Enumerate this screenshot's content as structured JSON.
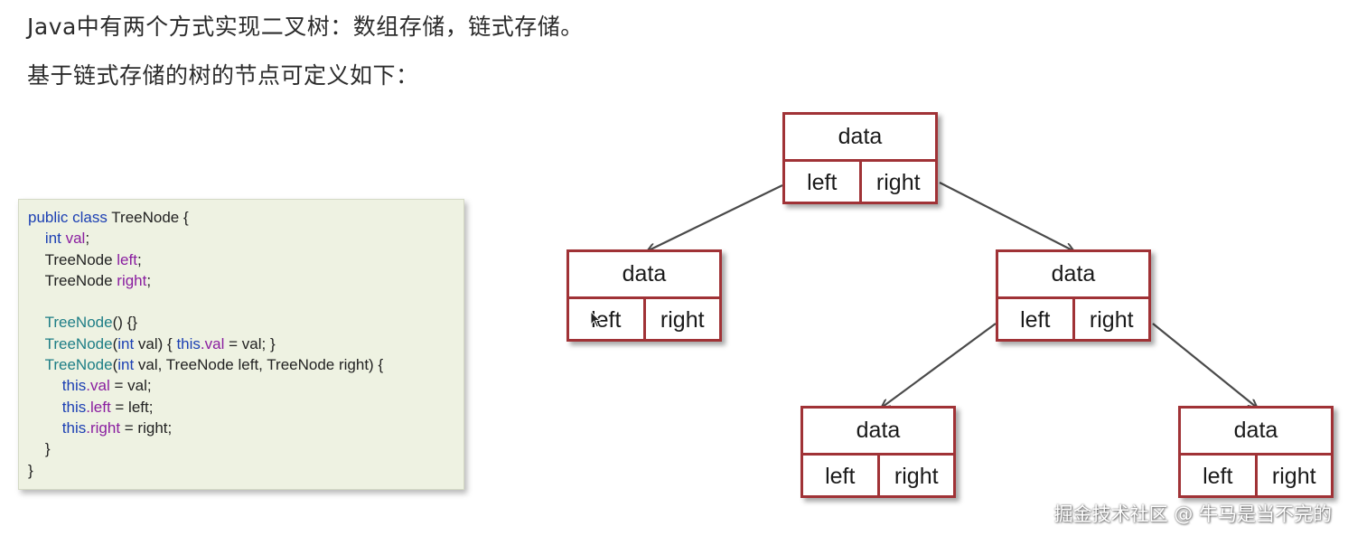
{
  "heading_1": "Java中有两个方式实现二叉树：数组存储，链式存储。",
  "heading_2": "基于链式存储的树的节点可定义如下：",
  "code": {
    "l1": {
      "a": "public class",
      "b": " TreeNode {"
    },
    "l2": {
      "a": "int",
      "b": " val",
      "c": ";"
    },
    "l3": {
      "a": "TreeNode ",
      "b": "left",
      "c": ";"
    },
    "l4": {
      "a": "TreeNode ",
      "b": "right",
      "c": ";"
    },
    "l5": {
      "a": "TreeNode",
      "b": "() {}"
    },
    "l6": {
      "a": "TreeNode",
      "b": "(",
      "c": "int",
      "d": " val) { ",
      "e": "this",
      "f": ".val",
      "g": " = val; }"
    },
    "l7": {
      "a": "TreeNode",
      "b": "(",
      "c": "int",
      "d": " val, TreeNode left, TreeNode right) {"
    },
    "l8": {
      "a": "this",
      "b": ".val",
      "c": " = val;"
    },
    "l9": {
      "a": "this",
      "b": ".left",
      "c": " = left;"
    },
    "l10": {
      "a": "this",
      "b": ".right",
      "c": " = right;"
    },
    "l11": "}",
    "l12": "}"
  },
  "nodes": [
    {
      "data": "data",
      "left": "left",
      "right": "right"
    },
    {
      "data": "data",
      "left": "left",
      "right": "right"
    },
    {
      "data": "data",
      "left": "left",
      "right": "right"
    },
    {
      "data": "data",
      "left": "left",
      "right": "right"
    },
    {
      "data": "data",
      "left": "left",
      "right": "right"
    }
  ],
  "watermark": "掘金技术社区 @ 牛马是当不完的",
  "colors": {
    "node_border": "#a03236",
    "code_bg": "#eef2e2",
    "keyword": "#1b3fb3",
    "field": "#8a1ea0",
    "constructor": "#1e7e86",
    "edge": "#4a4a4a"
  }
}
